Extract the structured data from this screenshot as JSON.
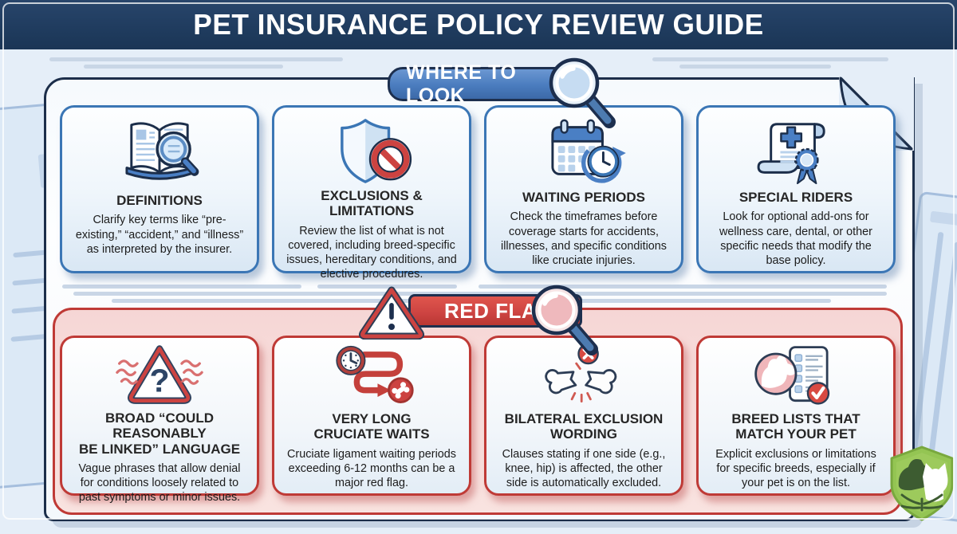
{
  "header": {
    "title": "PET INSURANCE POLICY REVIEW GUIDE"
  },
  "sections": {
    "where": {
      "banner_label": "WHERE TO LOOK",
      "banner_icon": "magnifier-icon",
      "cards": [
        {
          "icon": "book-magnifier-icon",
          "title": "DEFINITIONS",
          "body": "Clarify key terms like “pre-existing,” “accident,” and “illness” as interpreted by the insurer."
        },
        {
          "icon": "shield-ban-icon",
          "title": "EXCLUSIONS & LIMITATIONS",
          "body": "Review the list of what is not covered, including breed-specific issues, hereditary conditions, and elective procedures."
        },
        {
          "icon": "calendar-clock-icon",
          "title": "WAITING PERIODS",
          "body": "Check the timeframes before coverage starts for accidents, illnesses, and specific conditions like cruciate injuries."
        },
        {
          "icon": "scroll-ribbon-icon",
          "title": "SPECIAL RIDERS",
          "body": "Look for optional add-ons for wellness care, dental, or other specific needs that modify the base policy."
        }
      ]
    },
    "red_flags": {
      "banner_label": "RED FLAGS",
      "banner_icons": "warning-triangle-icon magnifier-icon",
      "cards": [
        {
          "icon": "warning-question-icon",
          "title": "BROAD “COULD REASONABLY\nBE LINKED” LANGUAGE",
          "body": "Vague phrases that allow denial for conditions loosely related to past symptoms or minor issues."
        },
        {
          "icon": "clock-path-bone-icon",
          "title": "VERY LONG\nCRUCIATE WAITS",
          "body": "Cruciate ligament waiting periods exceeding 6-12 months can be a major red flag."
        },
        {
          "icon": "broken-bone-icon",
          "title": "BILATERAL EXCLUSION\nWORDING",
          "body": "Clauses stating if one side (e.g., knee, hip) is affected, the other side is automatically excluded."
        },
        {
          "icon": "dog-list-check-icon",
          "title": "BREED LISTS THAT\nMATCH YOUR PET",
          "body": "Explicit exclusions or limitations for specific breeds, especially if your pet is on the list."
        }
      ]
    }
  },
  "logo": {
    "name": "pet-shield-logo"
  },
  "colors": {
    "header_navy": "#1e3a5c",
    "background": "#e5eef8",
    "accent_blue": "#4a7cbe",
    "accent_red": "#cc4341",
    "panel_pink": "#f7dbd9",
    "card_border_blue": "#3b76b5",
    "card_border_red": "#bf3a36",
    "logo_green": "#94c553"
  }
}
